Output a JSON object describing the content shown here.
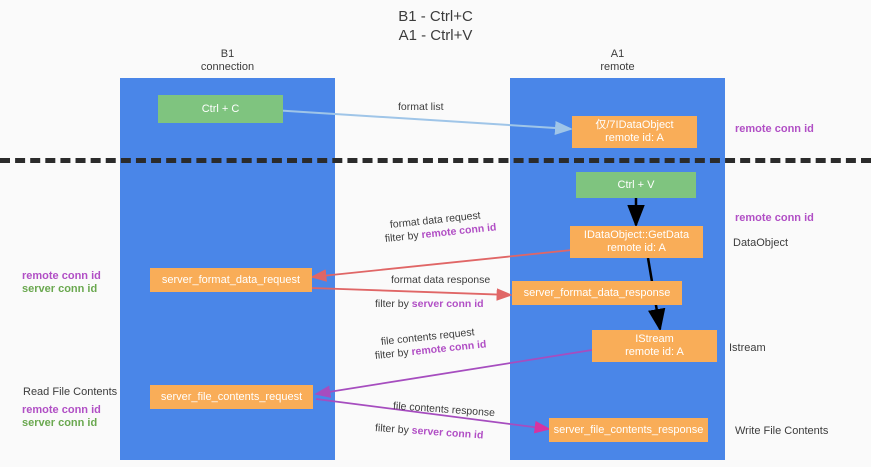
{
  "title": "B1 - Ctrl+C\nA1 - Ctrl+V",
  "columns": {
    "left": {
      "name": "B1",
      "role": "connection",
      "label": "B1\nconnection"
    },
    "right": {
      "name": "A1",
      "role": "remote",
      "label": "A1\nremote"
    }
  },
  "colors": {
    "lane": "#4a86e8",
    "green_box": "#7fc47f",
    "orange_box": "#f9ad58",
    "divider": "#2b2b2b",
    "purple_text": "#b14fc5",
    "green_text": "#6aa84f",
    "arrow_blue": "#9fc5e8",
    "arrow_black": "#000000",
    "arrow_red": "#e06666",
    "arrow_purple": "#a64dbf",
    "arrow_magenta": "#d633a0"
  },
  "boxes": {
    "ctrl_c": "Ctrl + C",
    "ctrl_v": "Ctrl + V",
    "idataobject_remote": "仅/7IDataObject\nremote id: A",
    "getdata_remote": "IDataObject::GetData\nremote id: A",
    "server_format_data_request": "server_format_data_request",
    "server_format_data_response": "server_format_data_response",
    "istream_remote": "IStream\nremote id: A",
    "server_file_contents_request": "server_file_contents_request",
    "server_file_contents_response": "server_file_contents_response"
  },
  "arrow_labels": {
    "format_list": "format list",
    "format_data_request": "format data request",
    "format_data_request_filter_prefix": "filter by ",
    "format_data_request_filter_value": "remote conn id",
    "format_data_response": "format data response",
    "format_data_response_filter_prefix": "filter by ",
    "format_data_response_filter_value": "server conn id",
    "file_contents_request": "file contents request",
    "file_contents_request_filter_prefix": "filter by ",
    "file_contents_request_filter_value": "remote conn id",
    "file_contents_response": "file contents response",
    "file_contents_response_filter_prefix": "filter by ",
    "file_contents_response_filter_value": "server conn id"
  },
  "annotations": {
    "right_top_conn_id": "remote conn id",
    "right_mid_conn_id": "remote conn id",
    "dataobject": "DataObject",
    "istream": "Istream",
    "write_file_contents": "Write File Contents",
    "left_mid_remote": "remote conn id",
    "left_mid_server": "server conn id",
    "read_file_contents": "Read File Contents",
    "left_bottom_remote": "remote conn id",
    "left_bottom_server": "server conn id"
  }
}
